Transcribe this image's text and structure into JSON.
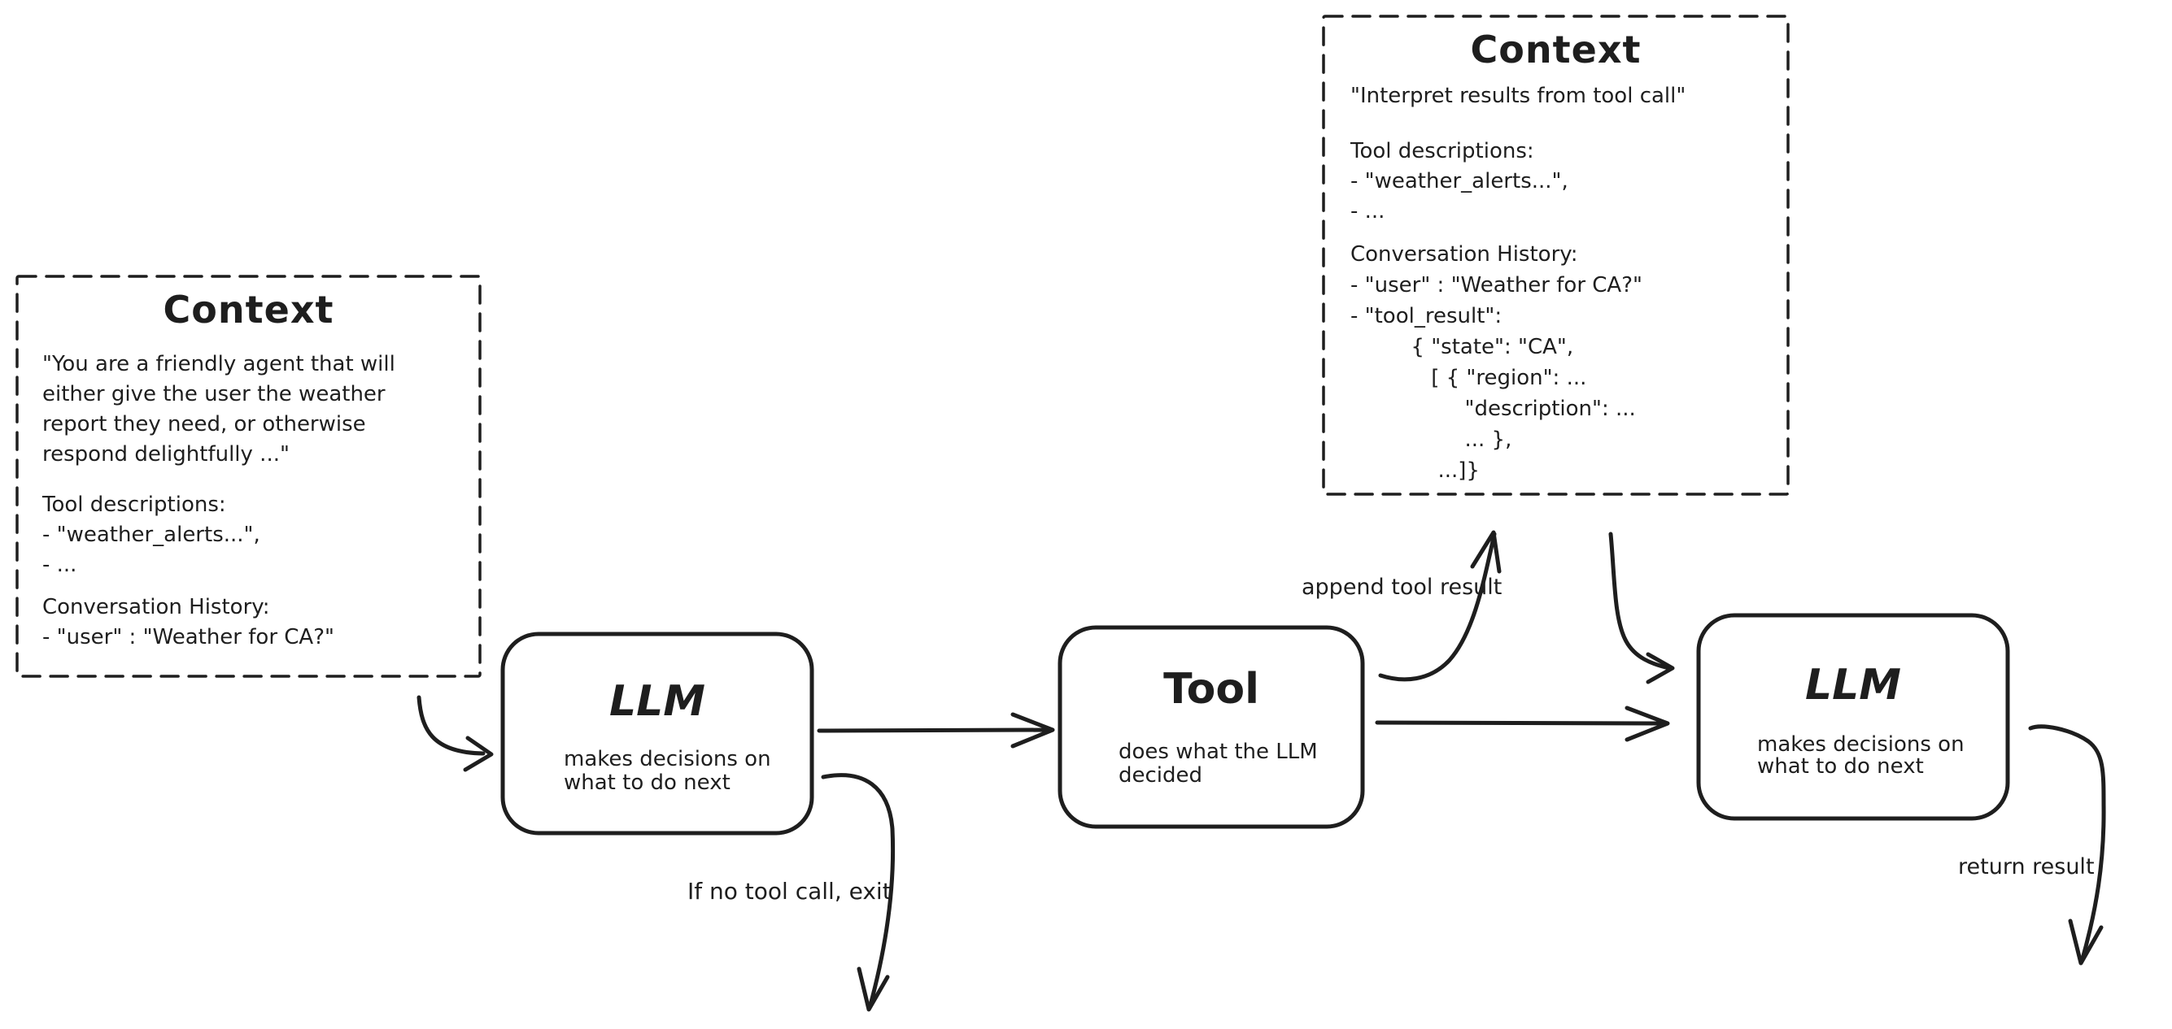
{
  "canvas": {
    "background": "#ffffff",
    "stroke_color": "#1e1e1e"
  },
  "context_left": {
    "title": "Context",
    "system_prompt": "\"You are a friendly agent that will\neither give the user the weather\nreport they need, or otherwise\nrespond delightfully ...\"",
    "tool_descriptions": "Tool descriptions:\n- \"weather_alerts...\",\n- ...",
    "conversation_history": "Conversation History:\n- \"user\" : \"Weather for CA?\""
  },
  "context_top_right": {
    "title": "Context",
    "instruction": "\"Interpret results from tool call\"",
    "tool_descriptions": "Tool descriptions:\n- \"weather_alerts...\",\n- ...",
    "conversation_history": "Conversation History:\n- \"user\" : \"Weather for CA?\"\n- \"tool_result\":\n         { \"state\": \"CA\",\n            [ { \"region\": ...\n                 \"description\": ...\n                 ... },\n             ...]}"
  },
  "nodes": {
    "llm_first": {
      "title": "LLM",
      "subtitle": "makes decisions on\nwhat to do next"
    },
    "tool": {
      "title": "Tool",
      "subtitle": "does what the LLM\ndecided"
    },
    "llm_second": {
      "title": "LLM",
      "subtitle": "makes decisions on\nwhat to do next"
    }
  },
  "edge_labels": {
    "append_tool_result": "append tool result",
    "no_tool_call_exit": "If no tool call, exit",
    "return_result": "return result"
  }
}
